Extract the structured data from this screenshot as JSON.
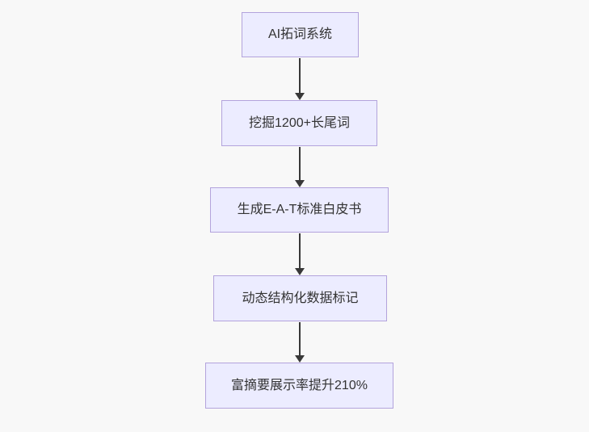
{
  "diagram": {
    "type": "flowchart",
    "direction": "top-down",
    "nodes": [
      {
        "id": "A",
        "label": "AI拓词系统"
      },
      {
        "id": "B",
        "label": "挖掘1200+长尾词"
      },
      {
        "id": "C",
        "label": "生成E-A-T标准白皮书"
      },
      {
        "id": "D",
        "label": "动态结构化数据标记"
      },
      {
        "id": "E",
        "label": "富摘要展示率提升210%"
      }
    ],
    "edges": [
      {
        "from": "A",
        "to": "B"
      },
      {
        "from": "B",
        "to": "C"
      },
      {
        "from": "C",
        "to": "D"
      },
      {
        "from": "D",
        "to": "E"
      }
    ],
    "colors": {
      "background": "#f8f8f8",
      "node_fill": "#ececff",
      "node_border": "#b3a3dc",
      "text": "#333333",
      "arrow": "#383838"
    }
  }
}
